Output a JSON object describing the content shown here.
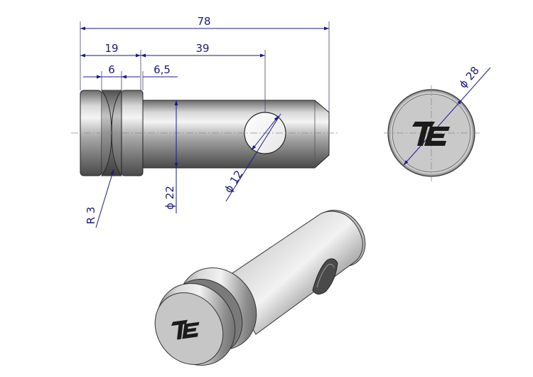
{
  "dimensions": {
    "overall_length": "78",
    "head_length": "19",
    "hole_position": "39",
    "groove_width": "6",
    "groove_offset": "6,5",
    "groove_radius": "R 3",
    "shaft_diameter": "ϕ 22",
    "hole_diameter": "ϕ 12",
    "head_diameter": "ϕ 28"
  },
  "logo": {
    "text": "TE"
  },
  "colors": {
    "dimension": "#1a1a8a",
    "metal_light": "#f2f2f2",
    "metal_dark": "#5a5a5a",
    "end_face": "#c8c8c8"
  }
}
